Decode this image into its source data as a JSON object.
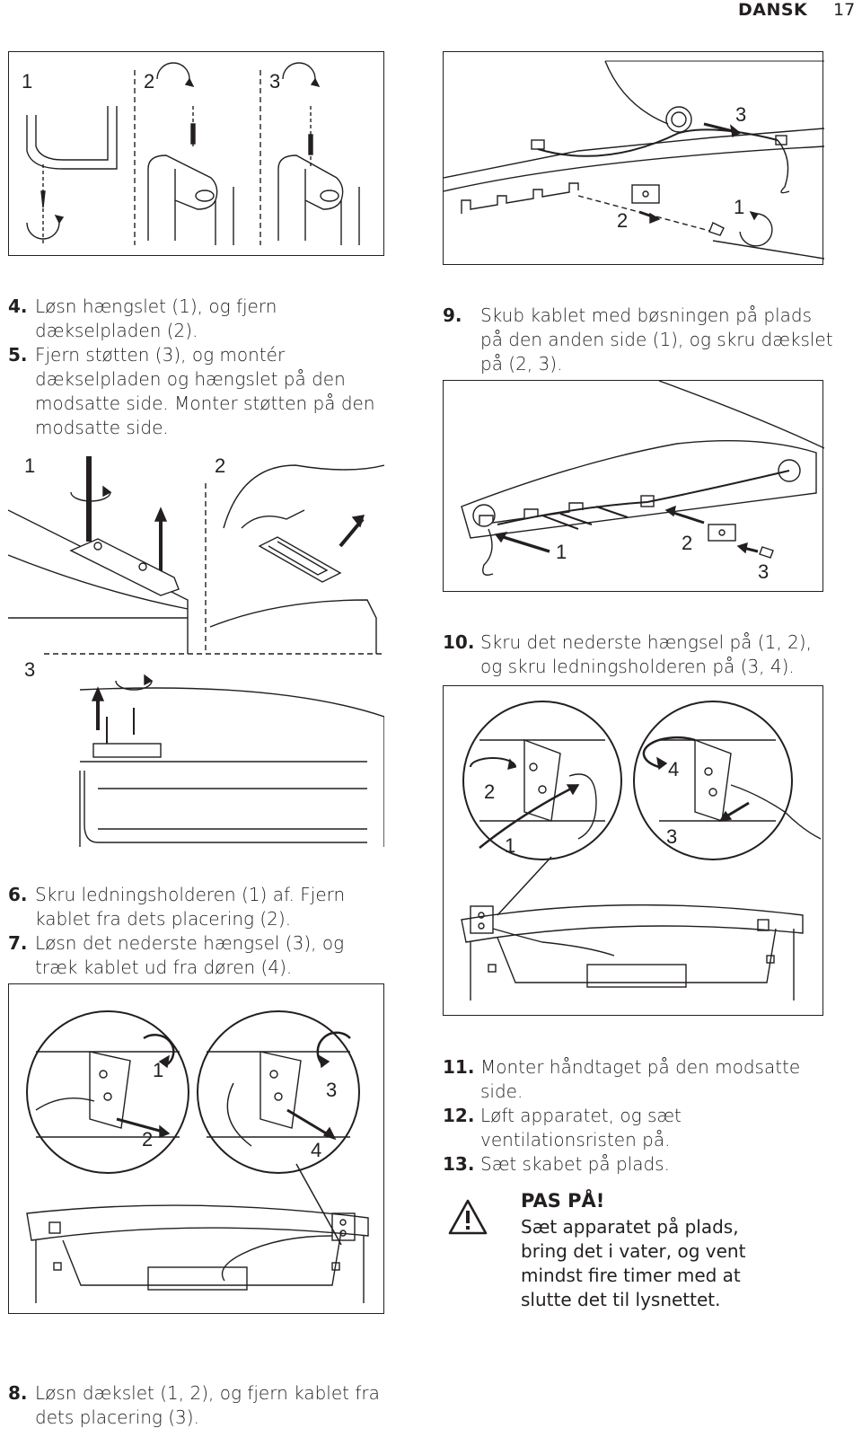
{
  "header": {
    "language": "DANSK",
    "page_number": "17"
  },
  "figures": {
    "fig_a": {
      "labels": [
        "1",
        "2",
        "3"
      ]
    },
    "fig_b": {
      "labels": [
        "3",
        "2",
        "1"
      ]
    },
    "fig_c": {
      "labels": [
        "1",
        "2",
        "3"
      ]
    },
    "fig_d": {
      "labels": [
        "1",
        "2",
        "3"
      ]
    },
    "fig_e": {
      "labels": [
        "2",
        "4",
        "1",
        "3"
      ]
    },
    "fig_f": {
      "labels": [
        "1",
        "2",
        "3",
        "4"
      ]
    }
  },
  "steps_left_top": [
    {
      "num": "4.",
      "text": "Løsn hængslet (1), og fjern dækselpladen (2)."
    },
    {
      "num": "5.",
      "text": "Fjern støtten (3), og montér dækselpladen og hængslet på den modsatte side. Monter støtten på den modsatte side."
    }
  ],
  "steps_left_mid": [
    {
      "num": "6.",
      "text": "Skru ledningsholderen (1) af. Fjern kablet fra dets placering (2)."
    },
    {
      "num": "7.",
      "text": "Løsn det nederste hængsel (3), og træk kablet ud fra døren (4)."
    }
  ],
  "steps_left_bottom": [
    {
      "num": "8.",
      "text": "Løsn dækslet (1, 2), og fjern kablet fra dets placering (3)."
    }
  ],
  "steps_right_top": [
    {
      "num": "9.",
      "text": "Skub kablet med bøsningen på plads på den anden side (1), og skru dækslet på (2, 3)."
    }
  ],
  "steps_right_mid": [
    {
      "num": "10.",
      "text": "Skru det nederste hængsel på (1, 2), og skru ledningsholderen på (3, 4)."
    }
  ],
  "steps_right_bottom": [
    {
      "num": "11.",
      "text": "Monter håndtaget på den modsatte side."
    },
    {
      "num": "12.",
      "text": "Løft apparatet, og sæt ventilationsristen på."
    },
    {
      "num": "13.",
      "text": "Sæt skabet på plads."
    }
  ],
  "warning": {
    "icon": "warning-triangle-icon",
    "title": "PAS PÅ!",
    "text": "Sæt apparatet på plads, bring det i vater, og vent mindst fire timer med at slutte det til lysnettet."
  }
}
